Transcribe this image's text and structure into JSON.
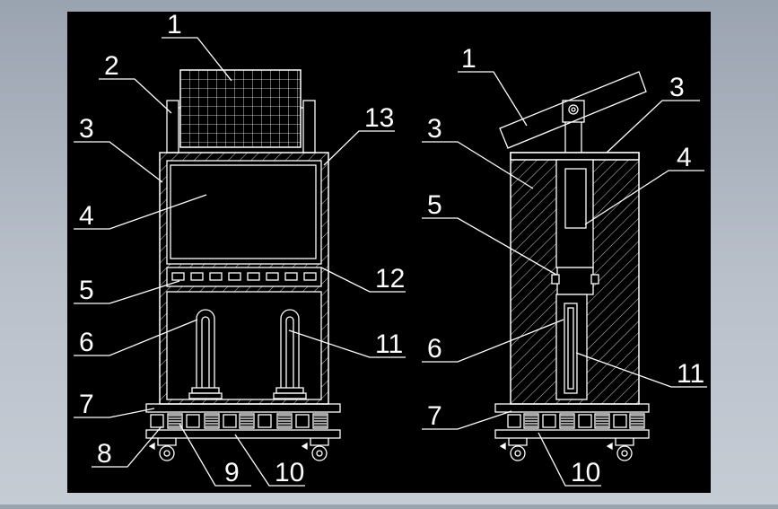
{
  "colors": {
    "backdrop": "#b3bac4",
    "drawing_background": "#000000",
    "line": "#ffffff"
  },
  "front_view": {
    "callouts": [
      {
        "id": "f1",
        "label": "1"
      },
      {
        "id": "f2",
        "label": "2"
      },
      {
        "id": "f3",
        "label": "3"
      },
      {
        "id": "f4",
        "label": "4"
      },
      {
        "id": "f5",
        "label": "5"
      },
      {
        "id": "f6",
        "label": "6"
      },
      {
        "id": "f7",
        "label": "7"
      },
      {
        "id": "f8",
        "label": "8"
      },
      {
        "id": "f9",
        "label": "9"
      },
      {
        "id": "f10",
        "label": "10"
      },
      {
        "id": "f11",
        "label": "11"
      },
      {
        "id": "f12",
        "label": "12"
      },
      {
        "id": "f13",
        "label": "13"
      }
    ]
  },
  "side_view": {
    "callouts": [
      {
        "id": "s1",
        "label": "1"
      },
      {
        "id": "s3a",
        "label": "3"
      },
      {
        "id": "s3b",
        "label": "3"
      },
      {
        "id": "s4",
        "label": "4"
      },
      {
        "id": "s5",
        "label": "5"
      },
      {
        "id": "s6",
        "label": "6"
      },
      {
        "id": "s7",
        "label": "7"
      },
      {
        "id": "s10",
        "label": "10"
      },
      {
        "id": "s11",
        "label": "11"
      }
    ]
  }
}
